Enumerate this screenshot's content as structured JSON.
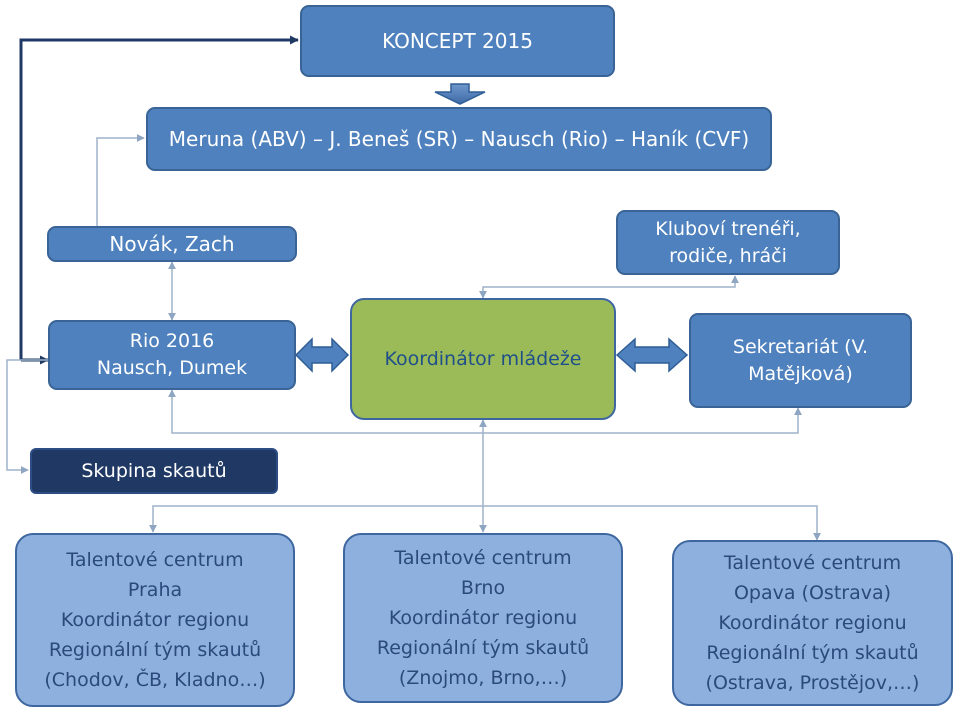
{
  "top": {
    "label": "KONCEPT 2015"
  },
  "council": {
    "label": "Meruna (ABV) – J. Beneš (SR) – Nausch (Rio) – Haník (CVF)"
  },
  "novak": {
    "label": "Novák, Zach"
  },
  "kluby": {
    "line1": "Kluboví trenéři,",
    "line2": "rodiče, hráči"
  },
  "rio": {
    "line1": "Rio 2016",
    "line2": "Nausch, Dumek"
  },
  "koordinator": {
    "label": "Koordinátor mládeže"
  },
  "sekretariat": {
    "line1": "Sekretariát (V.",
    "line2": "Matějková)"
  },
  "skupina": {
    "label": "Skupina skautů"
  },
  "centers": [
    {
      "lines": [
        "Talentové centrum",
        "Praha",
        "Koordinátor regionu",
        "Regionální tým skautů",
        "(Chodov, ČB, Kladno…)"
      ]
    },
    {
      "lines": [
        "Talentové centrum",
        "Brno",
        "Koordinátor regionu",
        "Regionální tým skautů",
        "(Znojmo, Brno,…)"
      ]
    },
    {
      "lines": [
        "Talentové centrum",
        "Opava (Ostrava)",
        "Koordinátor regionu",
        "Regionální tým skautů",
        "(Ostrava, Prostějov,…)"
      ]
    }
  ],
  "colors": {
    "box_blue": "#4e81bd",
    "box_light": "#a8c1e2",
    "box_green": "#9bbb59",
    "box_navy": "#1f3864",
    "connector_dark": "#1f3864",
    "connector_light": "#9fb3c8"
  }
}
